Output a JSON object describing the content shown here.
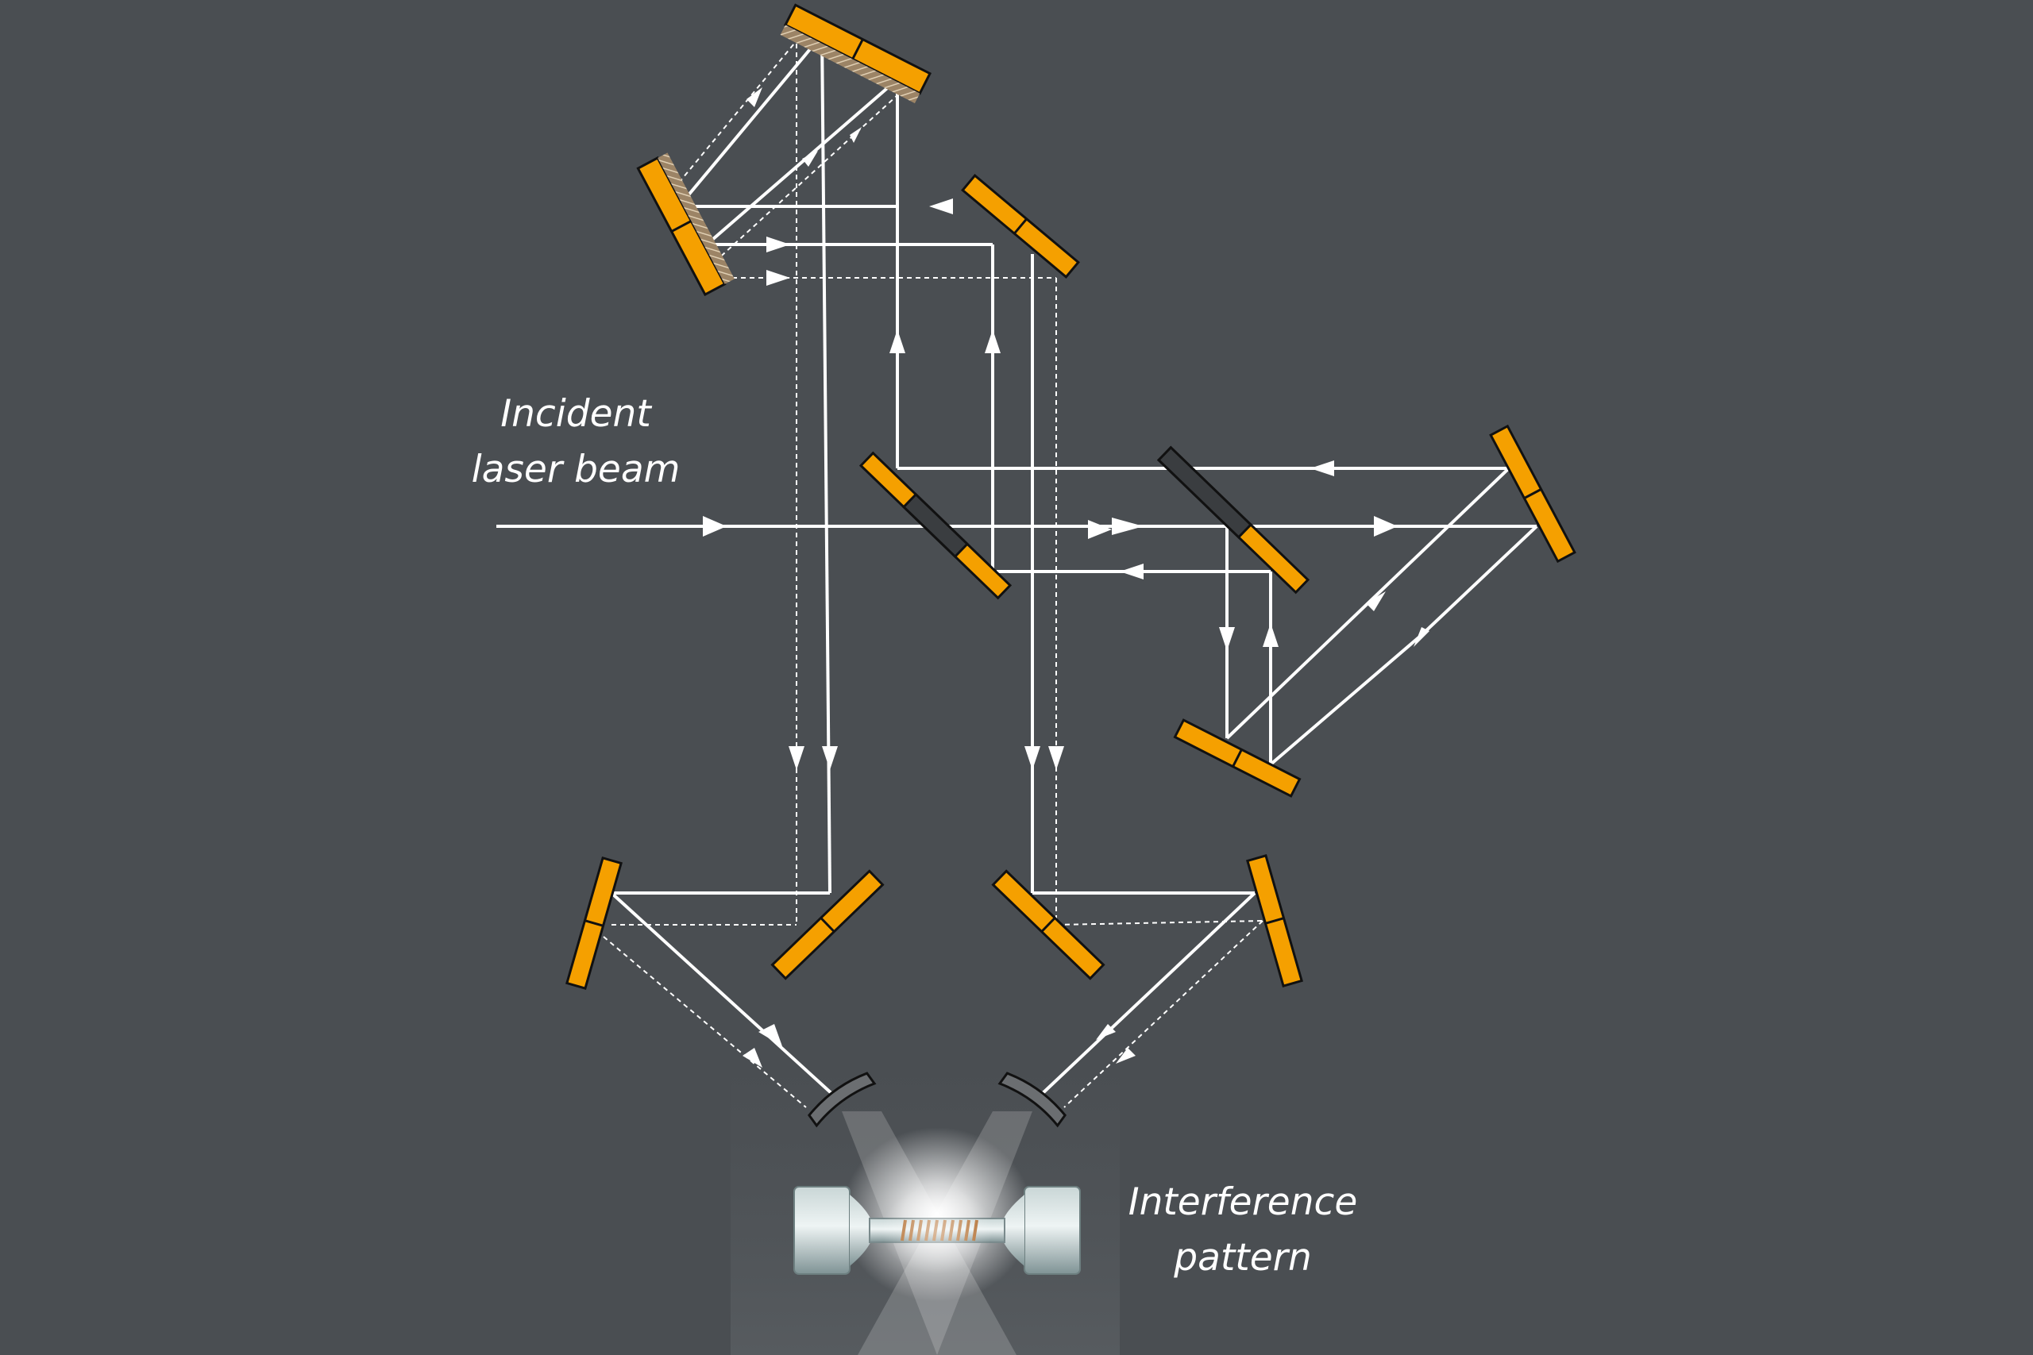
{
  "labels": {
    "incident_line1": "Incident",
    "incident_line2": "laser beam",
    "interference_line1": "Interference",
    "interference_line2": "pattern"
  },
  "colors": {
    "background": "#4a4e52",
    "mirror": "#f5a000",
    "beam": "#ffffff",
    "grating": "#b59a78",
    "splitter_dark": "#3a3d40"
  }
}
